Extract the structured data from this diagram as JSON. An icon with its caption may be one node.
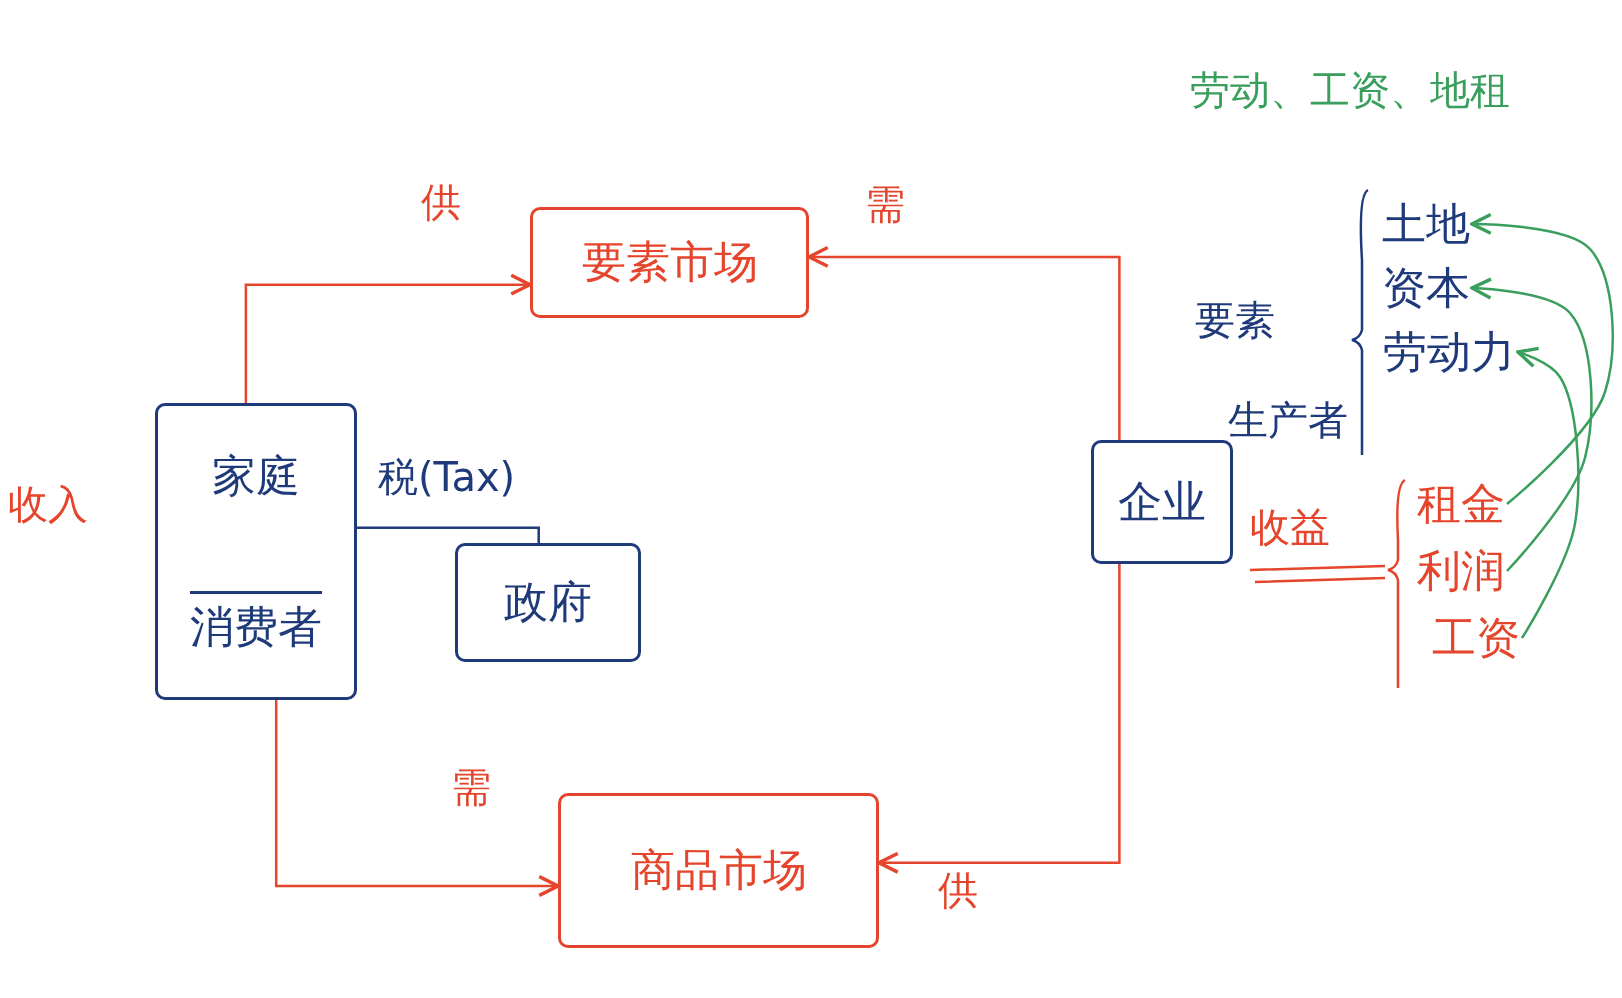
{
  "diagram": {
    "nodes": [
      {
        "text": [
          "要素市场"
        ]
      },
      {
        "text": [
          "家庭",
          "消费者"
        ]
      },
      {
        "text": [
          "政府"
        ]
      },
      {
        "text": [
          "企业"
        ],
        "beside": [
          "生产者"
        ]
      },
      {
        "text": [
          "商品市场"
        ]
      },
      {
        "text": [
          "土地"
        ]
      },
      {
        "text": [
          "资本"
        ]
      },
      {
        "text": [
          "劳动力"
        ]
      },
      {
        "text": [
          "租金"
        ]
      },
      {
        "text": [
          "利润"
        ]
      },
      {
        "text": [
          "工资"
        ]
      }
    ],
    "edges": [
      {
        "from": 1,
        "to": 0,
        "arrow": "to",
        "label": "供"
      },
      {
        "from": 3,
        "to": 0,
        "arrow": "to",
        "label": "需"
      },
      {
        "from": 1,
        "to": 4,
        "arrow": "to",
        "label": "需"
      },
      {
        "from": 3,
        "to": 4,
        "arrow": "to",
        "label": "供"
      },
      {
        "from": 1,
        "to": 2,
        "arrow": "none",
        "label": "税(Tax)",
        "color": "#1f3a7a"
      },
      {
        "from": 8,
        "to": 5,
        "arrow": "to",
        "color": "#3a9e5c"
      },
      {
        "from": 9,
        "to": 6,
        "arrow": "to",
        "color": "#3a9e5c"
      },
      {
        "from": 10,
        "to": 7,
        "arrow": "to",
        "color": "#3a9e5c"
      }
    ],
    "labels": [
      "劳动、工资、地租",
      "收入",
      "要素",
      "收益"
    ]
  }
}
